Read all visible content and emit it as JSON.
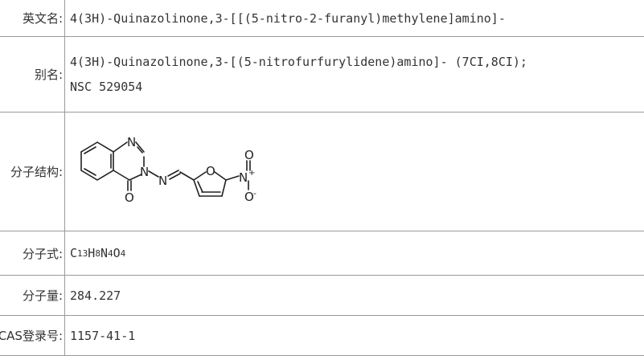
{
  "rows": {
    "english_name": {
      "label": "英文名:",
      "value": "4(3H)-Quinazolinone,3-[[(5-nitro-2-furanyl)methylene]amino]-"
    },
    "alias": {
      "label": "别名:",
      "line1": "4(3H)-Quinazolinone,3-[(5-nitrofurfurylidene)amino]- (7CI,8CI);",
      "line2": "NSC 529054"
    },
    "structure": {
      "label": "分子结构:",
      "atoms": {
        "n_top": "N",
        "n_ring": "N",
        "n_link": "N",
        "o_carbonyl": "O",
        "o_furan": "O",
        "n_nitro": "N",
        "plus": "+",
        "o_nitro_top": "O",
        "o_nitro_bottom": "O",
        "minus": "-"
      }
    },
    "formula": {
      "label": "分子式:",
      "parts": [
        "C",
        "13",
        "H",
        "8",
        "N",
        "4",
        "O",
        "4"
      ]
    },
    "mass": {
      "label": "分子量:",
      "value": "284.227"
    },
    "cas": {
      "label": "CAS登录号:",
      "value": "1157-41-1"
    }
  }
}
